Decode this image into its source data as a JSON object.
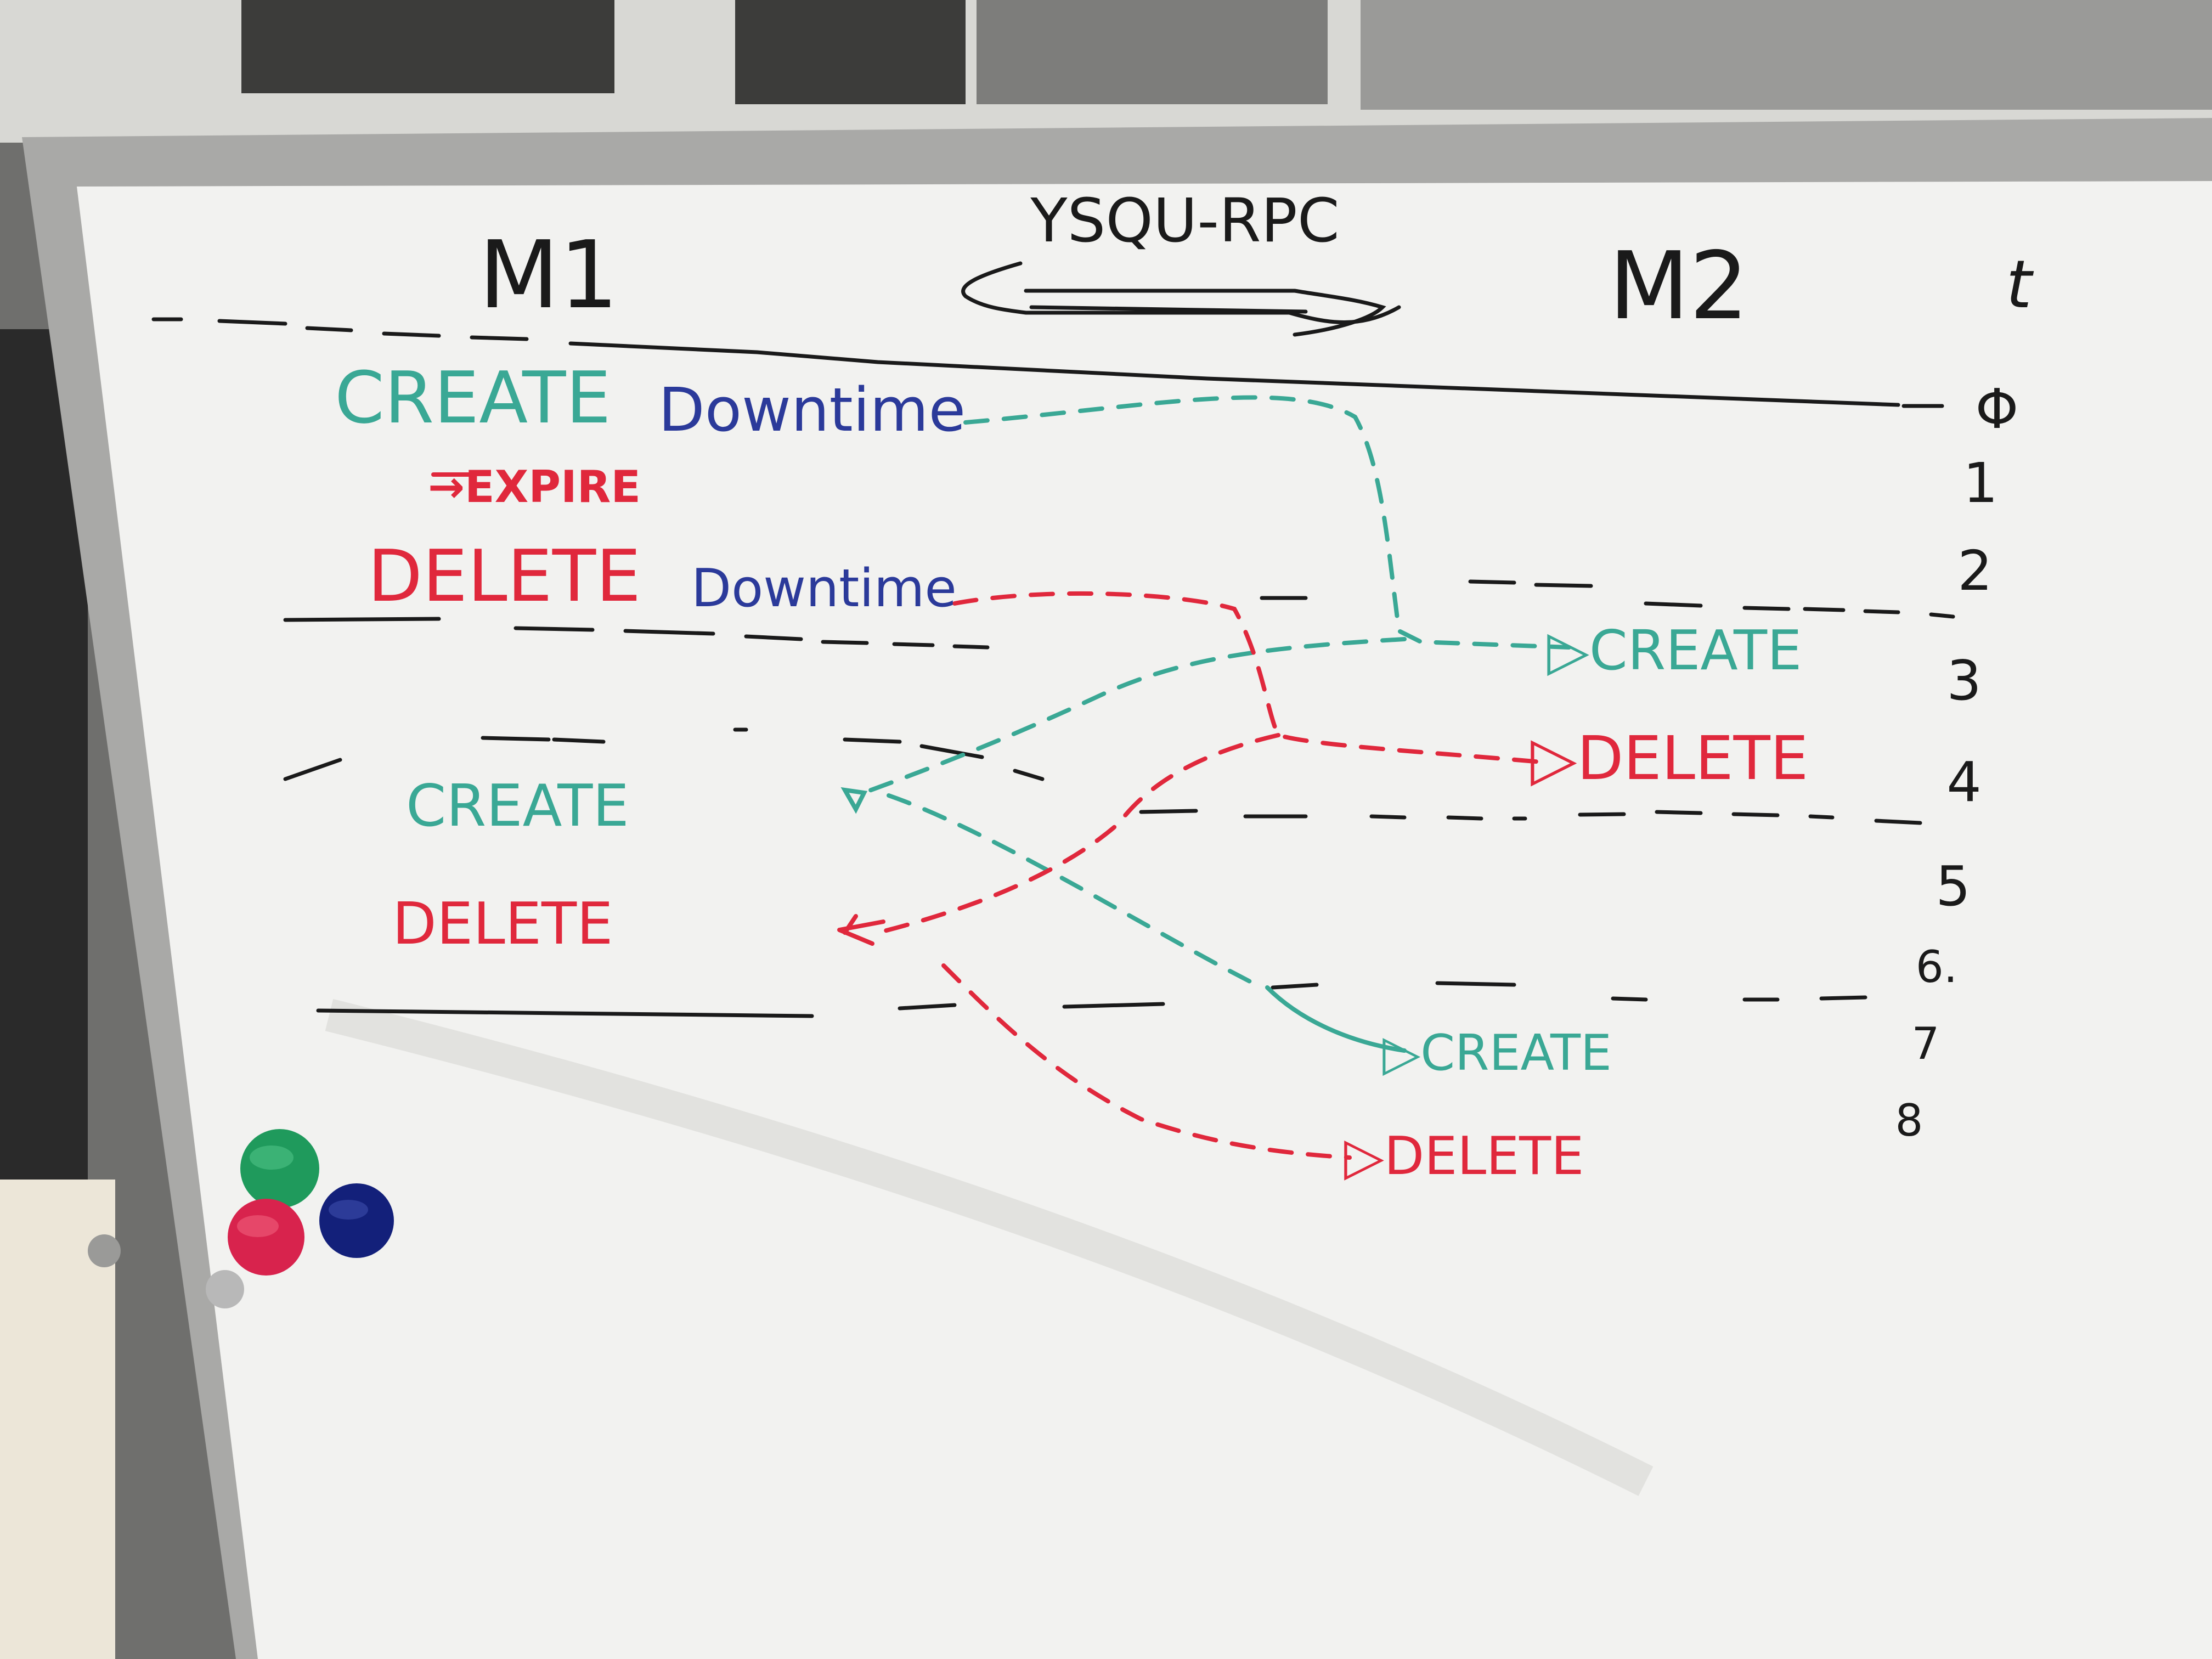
{
  "board": {
    "protocol_label": "YSQU-RPC",
    "node_left": "M1",
    "node_right": "M2",
    "time_axis_label": "t",
    "time_ticks": [
      "Φ",
      "1",
      "2",
      "3",
      "4",
      "5",
      "6.",
      "7",
      "8"
    ]
  },
  "m1_events": {
    "create_word": "CREATE",
    "create_suffix": "Downtime",
    "expire": "→EXPIRE",
    "delete_word": "DELETE",
    "delete_suffix": "Downtime",
    "incoming_create": "CREATE",
    "incoming_delete": "DELETE"
  },
  "m2_events": {
    "create_1": "▷CREATE",
    "delete_1": "▷DELETE",
    "create_2": "▷CREATE",
    "delete_2": "▷DELETE"
  },
  "colors": {
    "teal": "#3aa895",
    "red": "#e0283c",
    "blue": "#2b3a9a",
    "black": "#1a1a1a",
    "board": "#f4f4f2",
    "magnet_green": "#1f9a5c",
    "magnet_red": "#d8234d",
    "magnet_blue": "#13207a"
  }
}
